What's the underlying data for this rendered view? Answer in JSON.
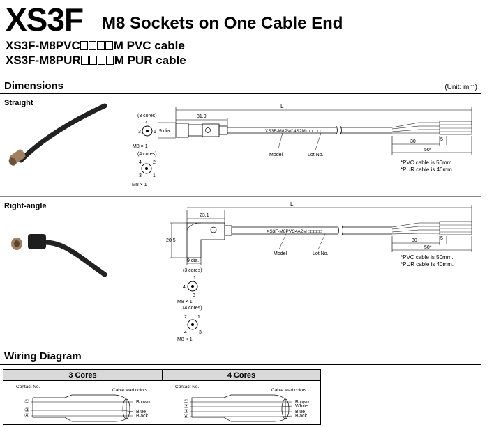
{
  "header": {
    "series": "XS3F",
    "subtitle": "M8 Sockets on One Cable End",
    "models": [
      {
        "prefix": "XS3F-M8PVC",
        "suffix": "M PVC cable"
      },
      {
        "prefix": "XS3F-M8PUR",
        "suffix": "M PUR cable"
      }
    ]
  },
  "dimensions": {
    "heading": "Dimensions",
    "unit": "(Unit: mm)",
    "straight": {
      "label": "Straight",
      "len_connector": "31.9",
      "len_total": "L",
      "dia": "9 dia.",
      "cores3": "(3 cores)",
      "cores4": "(4 cores)",
      "thread": "M8 × 1",
      "cable_print": "XS3F-M8PVC4S2M  □□□□□",
      "model_label": "Model",
      "lot_label": "Lot No.",
      "strip30": "30",
      "strip5": "5",
      "strip50": "50*",
      "note1": "*PVC cable is 50mm.",
      "note2": "*PUR cable is 40mm.",
      "pins3": [
        "4",
        "3",
        "1"
      ],
      "pins4": [
        "4",
        "2",
        "3",
        "1"
      ]
    },
    "right_angle": {
      "label": "Right-angle",
      "len_connector": "23.1",
      "len_total": "L",
      "height": "20.5",
      "dia": "9 dia.",
      "cores3": "(3 cores)",
      "cores4": "(4 cores)",
      "thread": "M8 × 1",
      "cable_print": "XS3F-M8PVC4A2M  □□□□□",
      "model_label": "Model",
      "lot_label": "Lot No.",
      "strip30": "30",
      "strip5": "5",
      "strip50": "50*",
      "note1": "*PVC cable is 50mm.",
      "note2": "*PUR cable is 40mm.",
      "pins3": [
        "1",
        "4",
        "3"
      ],
      "pins4": [
        "2",
        "1",
        "4",
        "3"
      ]
    }
  },
  "wiring": {
    "heading": "Wiring Diagram",
    "col3": {
      "title": "3 Cores",
      "contact_label": "Contact No.",
      "color_label": "Cable lead colors",
      "contacts": [
        "①",
        "③",
        "④"
      ],
      "colors": [
        "Brown",
        "Blue",
        "Black"
      ]
    },
    "col4": {
      "title": "4 Cores",
      "contact_label": "Contact No.",
      "color_label": "Cable lead colors",
      "contacts": [
        "①",
        "②",
        "③",
        "④"
      ],
      "colors": [
        "Brown",
        "White",
        "Blue",
        "Black"
      ]
    }
  }
}
